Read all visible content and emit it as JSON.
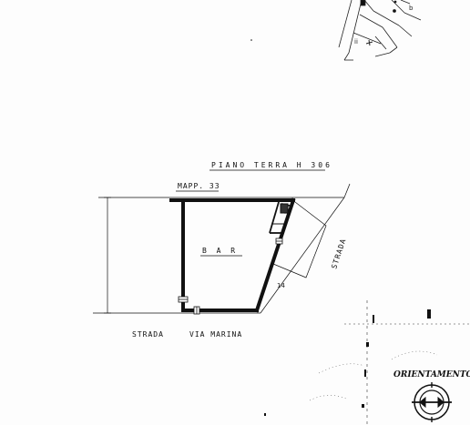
{
  "plan": {
    "title": "PIANO TERRA H 306",
    "parcel": "MAPP. 33",
    "room": "B A R",
    "street_left": "STRADA",
    "street_name": "VIA MARINA",
    "street_right": "STRADA",
    "number": "14"
  },
  "inset": {
    "label_b": "b"
  },
  "compass": {
    "label": "ORIENTAMENTO"
  }
}
